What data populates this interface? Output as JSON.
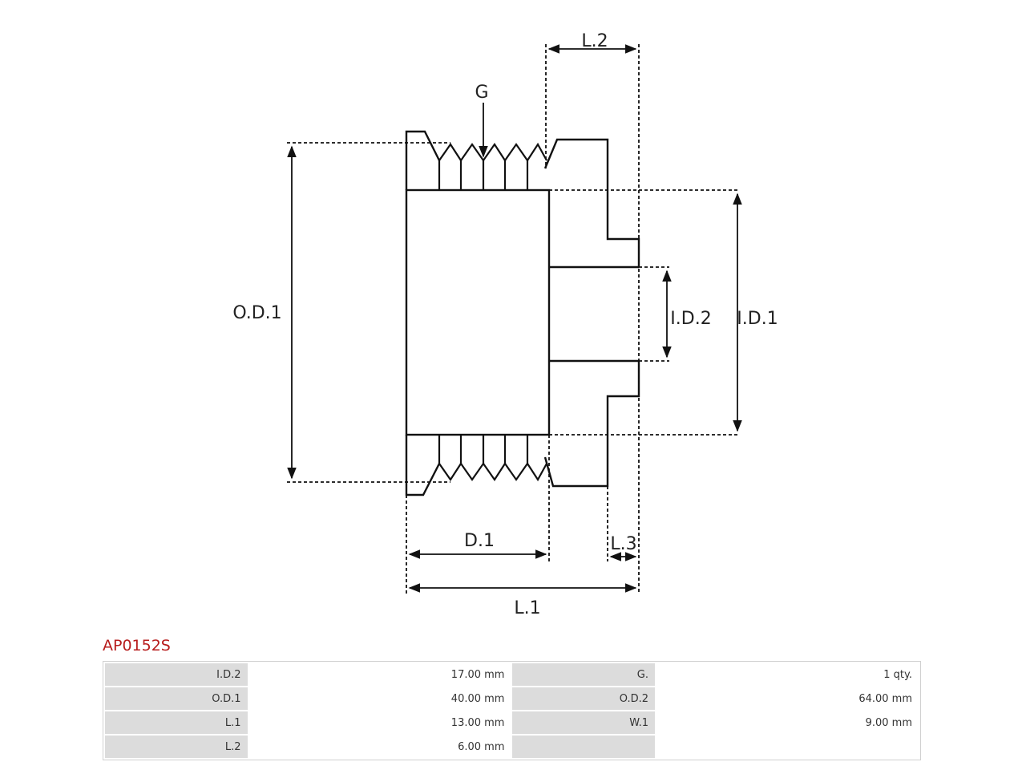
{
  "diagram": {
    "labels": {
      "od1": "O.D.1",
      "id1": "I.D.1",
      "id2": "I.D.2",
      "l1": "L.1",
      "l2": "L.2",
      "l3": "L.3",
      "d1": "D.1",
      "g": "G"
    }
  },
  "part": {
    "code": "AP0152S"
  },
  "specs": {
    "rows": [
      {
        "k1": "I.D.2",
        "v1": "17.00 mm",
        "k2": "G.",
        "v2": "1 qty."
      },
      {
        "k1": "O.D.1",
        "v1": "40.00 mm",
        "k2": "O.D.2",
        "v2": "64.00 mm"
      },
      {
        "k1": "L.1",
        "v1": "13.00 mm",
        "k2": "W.1",
        "v2": "9.00 mm"
      },
      {
        "k1": "L.2",
        "v1": "6.00 mm",
        "k2": "",
        "v2": ""
      }
    ]
  },
  "colors": {
    "title": "#b71c1c",
    "line": "#111111",
    "key_cell": "#dcdcdc"
  }
}
